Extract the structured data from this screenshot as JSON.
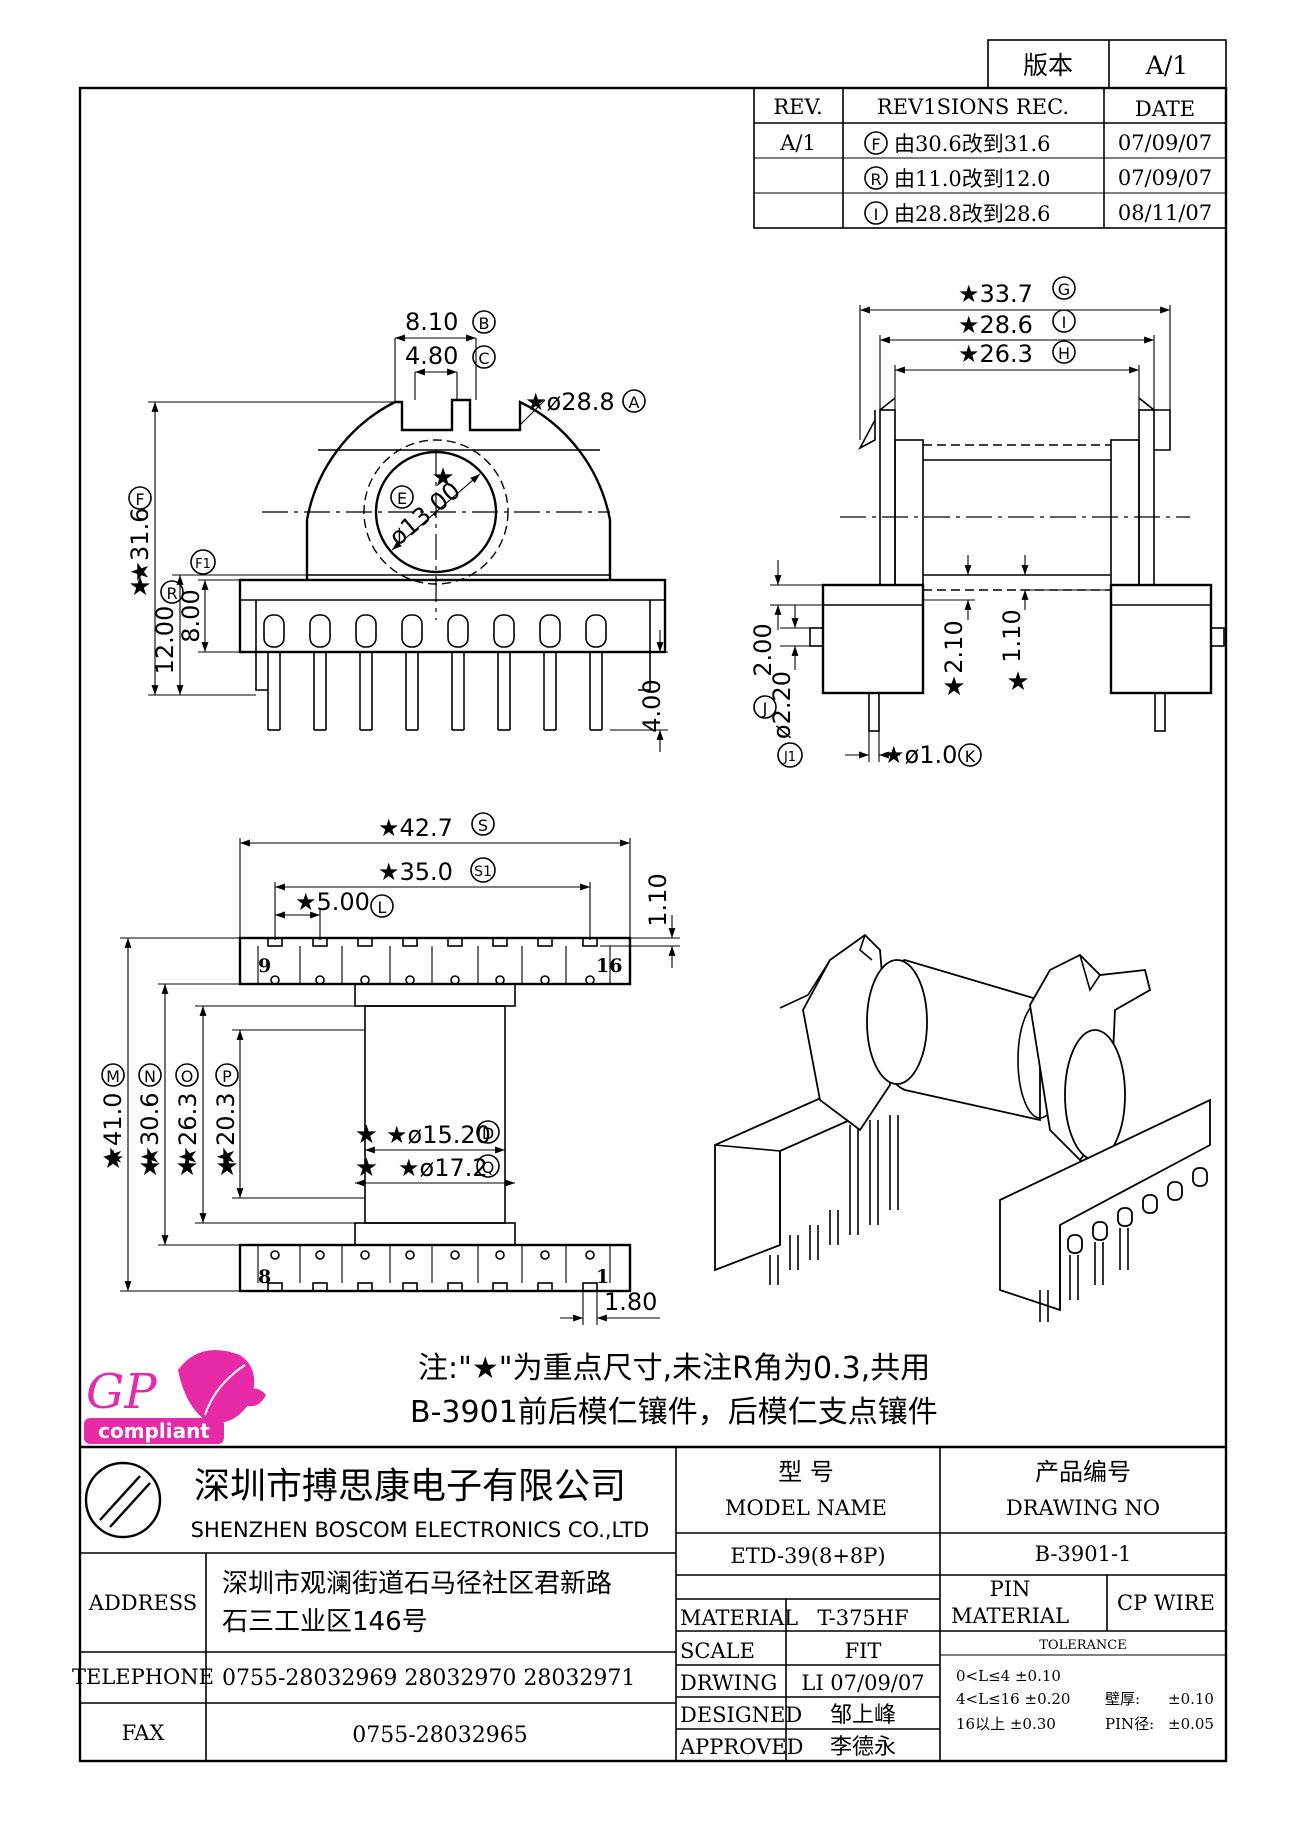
{
  "version_box": {
    "label": "版本",
    "value": "A/1"
  },
  "revision_table": {
    "headers": [
      "REV.",
      "REV1SIONS REC.",
      "DATE"
    ],
    "rows": [
      {
        "rev": "A/1",
        "marker": "F",
        "text": "由30.6改到31.6",
        "date": "07/09/07"
      },
      {
        "rev": "",
        "marker": "R",
        "text": "由11.0改到12.0",
        "date": "07/09/07"
      },
      {
        "rev": "",
        "marker": "I",
        "text": "由28.8改到28.6",
        "date": "08/11/07"
      }
    ]
  },
  "front_view": {
    "dims": [
      {
        "value": "8.10",
        "marker": "B"
      },
      {
        "value": "4.80",
        "marker": "C"
      },
      {
        "value": "★ø28.8",
        "marker": "A"
      },
      {
        "value": "★31.6",
        "marker": "F"
      },
      {
        "value": "ø13.00",
        "marker": "E"
      },
      {
        "value": "12.00",
        "marker": "R"
      },
      {
        "value": "8.00",
        "marker": "F1"
      },
      {
        "value": "4.00",
        "marker": ""
      }
    ]
  },
  "side_view": {
    "dims": [
      {
        "value": "★33.7",
        "marker": "G"
      },
      {
        "value": "★28.6",
        "marker": "I"
      },
      {
        "value": "★26.3",
        "marker": "H"
      },
      {
        "value": "2.00",
        "marker": "J"
      },
      {
        "value": "ø2.20",
        "marker": "J1"
      },
      {
        "value": "2.10",
        "marker": ""
      },
      {
        "value": "1.10",
        "marker": ""
      },
      {
        "value": "★ø1.0",
        "marker": "K"
      }
    ]
  },
  "bottom_view": {
    "dims": [
      {
        "value": "★42.7",
        "marker": "S"
      },
      {
        "value": "★35.0",
        "marker": "S1"
      },
      {
        "value": "★5.00",
        "marker": "L"
      },
      {
        "value": "1.10",
        "marker": ""
      },
      {
        "value": "★41.0",
        "marker": "M"
      },
      {
        "value": "★30.6",
        "marker": "N"
      },
      {
        "value": "★26.3",
        "marker": "O"
      },
      {
        "value": "★20.3",
        "marker": "P"
      },
      {
        "value": "★ø15.20",
        "marker": "D"
      },
      {
        "value": "★ø17.2",
        "marker": "Q"
      },
      {
        "value": "1.80",
        "marker": ""
      }
    ],
    "pin_labels": {
      "top_left": "9",
      "top_right": "16",
      "bottom_left": "8",
      "bottom_right": "1"
    }
  },
  "notes": {
    "line1": "注:\"★\"为重点尺寸,未注R角为0.3,共用",
    "line2": "B-3901前后模仁镶件，后模仁支点镶件"
  },
  "badge": {
    "logo": "GP",
    "text": "compliant"
  },
  "title_block": {
    "company_cn": "深圳市搏思康电子有限公司",
    "company_en": "SHENZHEN BOSCOM ELECTRONICS CO.,LTD",
    "model_label_cn": "型    号",
    "model_label_en": "MODEL NAME",
    "drawing_label_cn": "产品编号",
    "drawing_label_en": "DRAWING NO",
    "model_value": "ETD-39(8+8P)",
    "drawing_value": "B-3901-1",
    "address_label": "ADDRESS",
    "address_line1": "深圳市观澜街道石马径社区君新路",
    "address_line2": "石三工业区146号",
    "telephone_label": "TELEPHONE",
    "telephone_value": "0755-28032969 28032970 28032971",
    "fax_label": "FAX",
    "fax_value": "0755-28032965",
    "material_label": "MATERIAL",
    "material_value": "T-375HF",
    "scale_label": "SCALE",
    "scale_value": "FIT",
    "drwing_label": "DRWING",
    "drwing_value": "LI 07/09/07",
    "designed_label": "DESIGNED",
    "designed_value": "邹上峰",
    "approved_label": "APPROVED",
    "approved_value": "李德永",
    "pin_material_label_1": "PIN",
    "pin_material_label_2": "MATERIAL",
    "pin_material_value": "CP WIRE",
    "tolerance_label": "TOLERANCE",
    "tolerance_1": "0<L≤4  ±0.10",
    "tolerance_2": "4<L≤16  ±0.20",
    "tolerance_3": "16以上     ±0.30",
    "wall_label": "壁厚:",
    "wall_value": "±0.10",
    "pin_dia_label": "PIN径:",
    "pin_dia_value": "±0.05"
  },
  "colors": {
    "ink": "#000000",
    "badge_magenta": "#e62aa8",
    "paper": "#ffffff"
  }
}
